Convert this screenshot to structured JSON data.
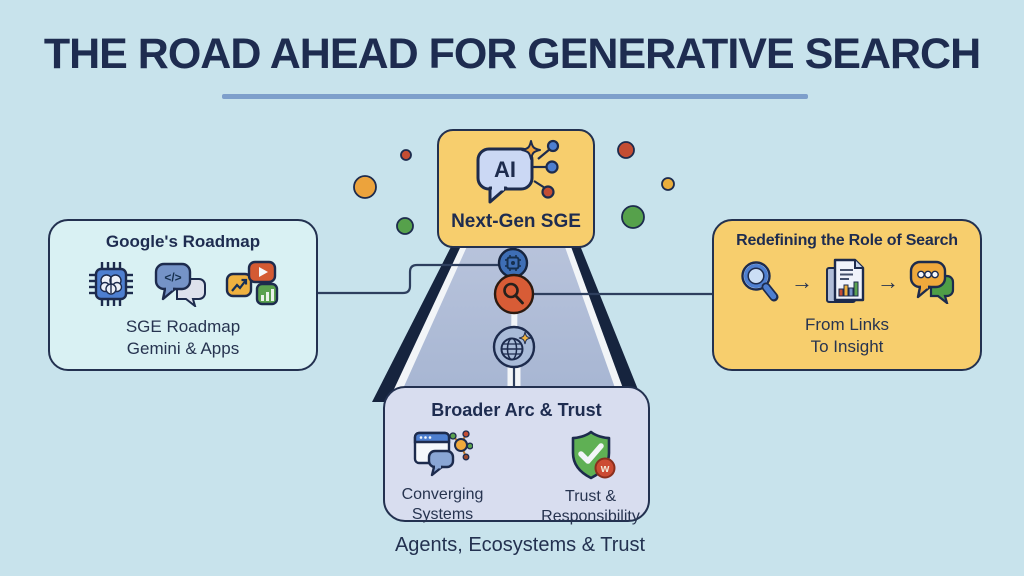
{
  "title": "THE ROAD AHEAD FOR GENERATIVE SEARCH",
  "caption": "Agents, Ecosystems & Trust",
  "colors": {
    "background": "#C8E3EC",
    "navy_text": "#1E2C50",
    "underline": "#7E9FCB",
    "yellow_card": "#F7CE6D",
    "cyan_card": "#D9F1F3",
    "lavender_card": "#D8DDEF",
    "road_surface": "#AEBDD6",
    "road_edge": "#16243E",
    "lane_marking": "#F2F5F8",
    "dot_red": "#C44D33",
    "dot_orange": "#ECA33C",
    "dot_green": "#56A14B",
    "milestone_blue": "#3E6EB5",
    "milestone_red": "#D85C36",
    "milestone_gray": "#A9BBD8"
  },
  "cards": {
    "top": {
      "label": "Next-Gen SGE",
      "icon_label": "AI"
    },
    "left": {
      "title": "Google's Roadmap",
      "code_glyph": "</>",
      "lines": [
        "SGE Roadmap",
        "Gemini & Apps"
      ]
    },
    "right": {
      "title": "Redefining the Role of Search",
      "arrow": "→",
      "lines": [
        "From Links",
        "To Insight"
      ]
    },
    "bottom": {
      "title": "Broader Arc & Trust",
      "items": [
        {
          "icon": "converging-systems-icon",
          "label_lines": [
            "Converging",
            "Systems"
          ]
        },
        {
          "icon": "trust-shield-icon",
          "badge_letter": "w",
          "label_lines": [
            "Trust &",
            "Responsibility"
          ]
        }
      ]
    }
  },
  "road": {
    "milestones": [
      "chip",
      "search",
      "globe"
    ]
  }
}
